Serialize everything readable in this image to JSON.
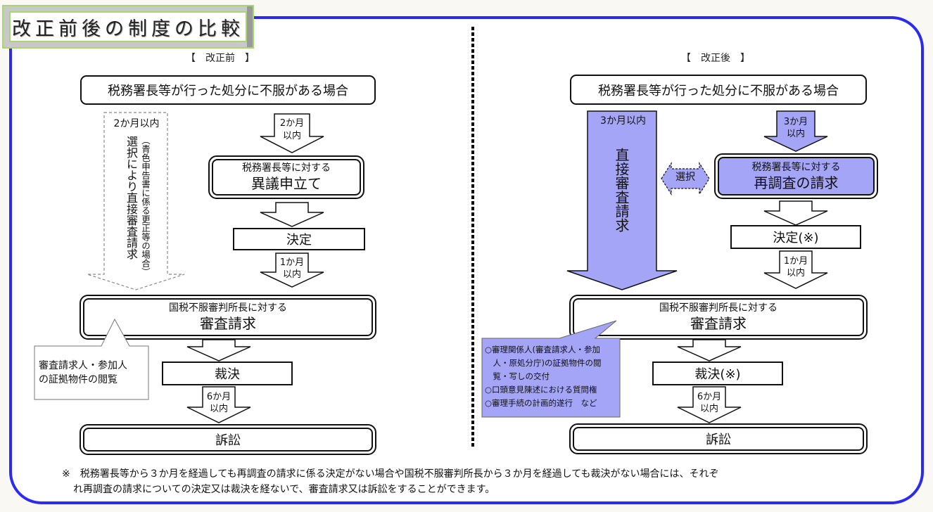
{
  "title": "改正前後の制度の比較",
  "colors": {
    "frame_border": "#2a2af2",
    "title_border": "#a6d86e",
    "highlight_fill": "#a5a5f8",
    "background": "#faf8f3"
  },
  "before": {
    "label": "【　改正前　】",
    "start": "税務署長等が行った処分に不服がある場合",
    "direct_arrow": {
      "period": "2か月以内",
      "main_text": "選択により直接審査請求",
      "note": "（青色申告書に係る更正等の場合）"
    },
    "arrow1_label": [
      "2か月",
      "以内"
    ],
    "objection": {
      "sub": "税務署長等に対する",
      "main": "異議申立て"
    },
    "decision": "決定",
    "arrow2_label": [
      "1か月",
      "以内"
    ],
    "review": {
      "sub": "国税不服審判所長に対する",
      "main": "審査請求"
    },
    "callout": [
      "審査請求人・参加人",
      "の証拠物件の閲覧"
    ],
    "ruling": "裁決",
    "arrow3_label": [
      "6か月",
      "以内"
    ],
    "lawsuit": "訴訟"
  },
  "after": {
    "label": "【　改正後　】",
    "start": "税務署長等が行った処分に不服がある場合",
    "direct_arrow": {
      "period": "3か月以内",
      "main_text": "直接審査請求"
    },
    "choice_label": "選択",
    "arrow1_label": [
      "3か月",
      "以内"
    ],
    "reinvestigation": {
      "sub": "税務署長等に対する",
      "main": "再調査の請求"
    },
    "decision": "決定(※)",
    "arrow2_label": [
      "1か月",
      "以内"
    ],
    "review": {
      "sub": "国税不服審判所長に対する",
      "main": "審査請求"
    },
    "callout": [
      "○審理関係人(審査請求人・参加",
      "　人・原処分庁)の証拠物件の閲",
      "　覧・写しの交付",
      "○口頭意見陳述における質問権",
      "○審理手続の計画的遂行　など"
    ],
    "ruling": "裁決(※)",
    "arrow3_label": [
      "6か月",
      "以内"
    ],
    "lawsuit": "訴訟"
  },
  "footnote": [
    "※　税務署長等から３か月を経過しても再調査の請求に係る決定がない場合や国税不服審判所長から３か月を経過しても裁決がない場合には、それぞ",
    "れ再調査の請求についての決定又は裁決を経ないで、審査請求又は訴訟をすることができます。"
  ]
}
